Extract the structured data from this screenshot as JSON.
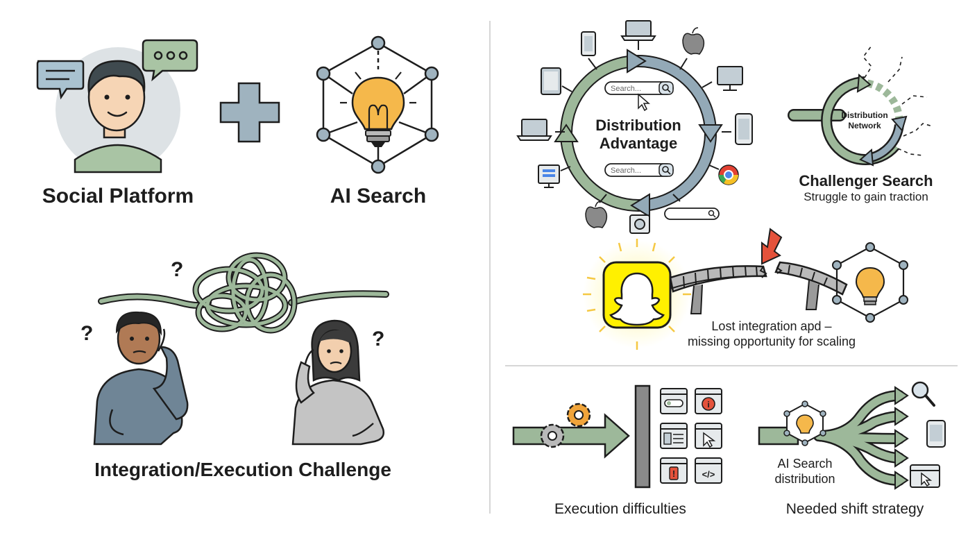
{
  "left": {
    "social_label": "Social Platform",
    "ai_label": "AI Search",
    "challenge_label": "Integration/Execution Challenge",
    "question_mark": "?"
  },
  "right": {
    "distribution": {
      "title_line1": "Distribution",
      "title_line2": "Advantage",
      "search_placeholder": "Search..."
    },
    "challenger": {
      "network_line1": "Distribution",
      "network_line2": "Network",
      "title": "Challenger Search",
      "subtitle": "Struggle to gain traction"
    },
    "lost": {
      "line1": "Lost integration apd –",
      "line2": "missing opportunity for scaling"
    },
    "execution": {
      "label": "Execution difficulties",
      "code_glyph": "</>",
      "warn_glyph": "!",
      "info_glyph": "i"
    },
    "shift": {
      "center_line1": "AI Search",
      "center_line2": "distribution",
      "label": "Needed shift strategy"
    }
  },
  "colors": {
    "ink": "#1d1d1d",
    "sage": "#9db89a",
    "slate": "#93a9b7",
    "bulb": "#f5b84b",
    "snap": "#fff000",
    "alert": "#e4523b",
    "gear": "#f0a43a"
  }
}
